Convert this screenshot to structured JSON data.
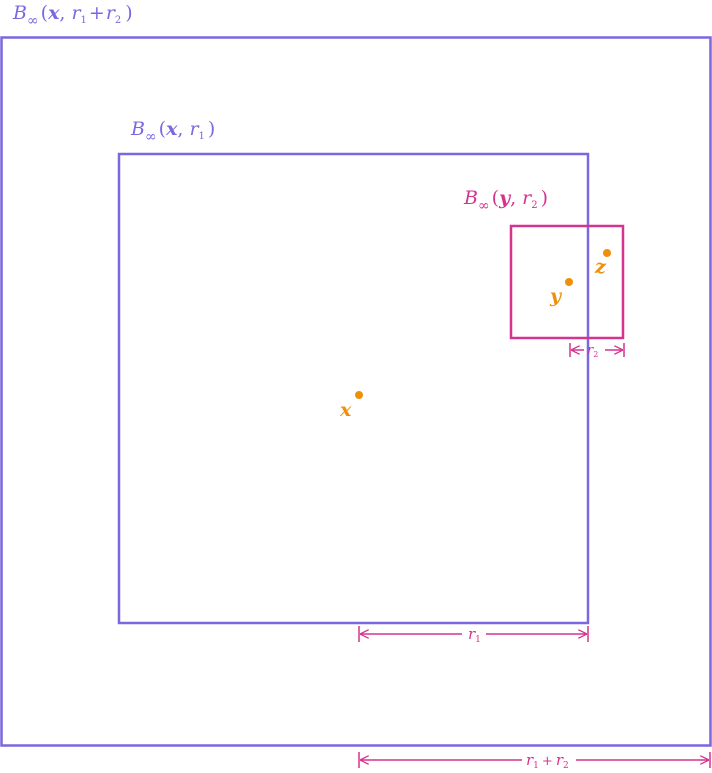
{
  "colors": {
    "purple": "#7b68e0",
    "magenta": "#d6338f",
    "orange": "#f0900a"
  },
  "labels": {
    "outer_ball": {
      "B": "B",
      "sub": "∞",
      "open": "(",
      "arg1": "x",
      "comma": ",",
      "arg2a": "r",
      "sub2a": "1",
      "plus": "+",
      "arg2b": "r",
      "sub2b": "2",
      "close": ")"
    },
    "ball_r1": {
      "B": "B",
      "sub": "∞",
      "open": "(",
      "arg1": "x",
      "comma": ",",
      "arg2a": "r",
      "sub2a": "1",
      "close": ")"
    },
    "ball_r2": {
      "B": "B",
      "sub": "∞",
      "open": "(",
      "arg1": "y",
      "comma": ",",
      "arg2a": "r",
      "sub2a": "2",
      "close": ")"
    },
    "point_x": "x",
    "point_y": "y",
    "point_z": "z",
    "dim_r1": {
      "r": "r",
      "sub": "1"
    },
    "dim_r2": {
      "r": "r",
      "sub": "2"
    },
    "dim_r1r2": {
      "r1": "r",
      "sub1": "1",
      "plus": "+",
      "r2": "r",
      "sub2": "2"
    }
  }
}
